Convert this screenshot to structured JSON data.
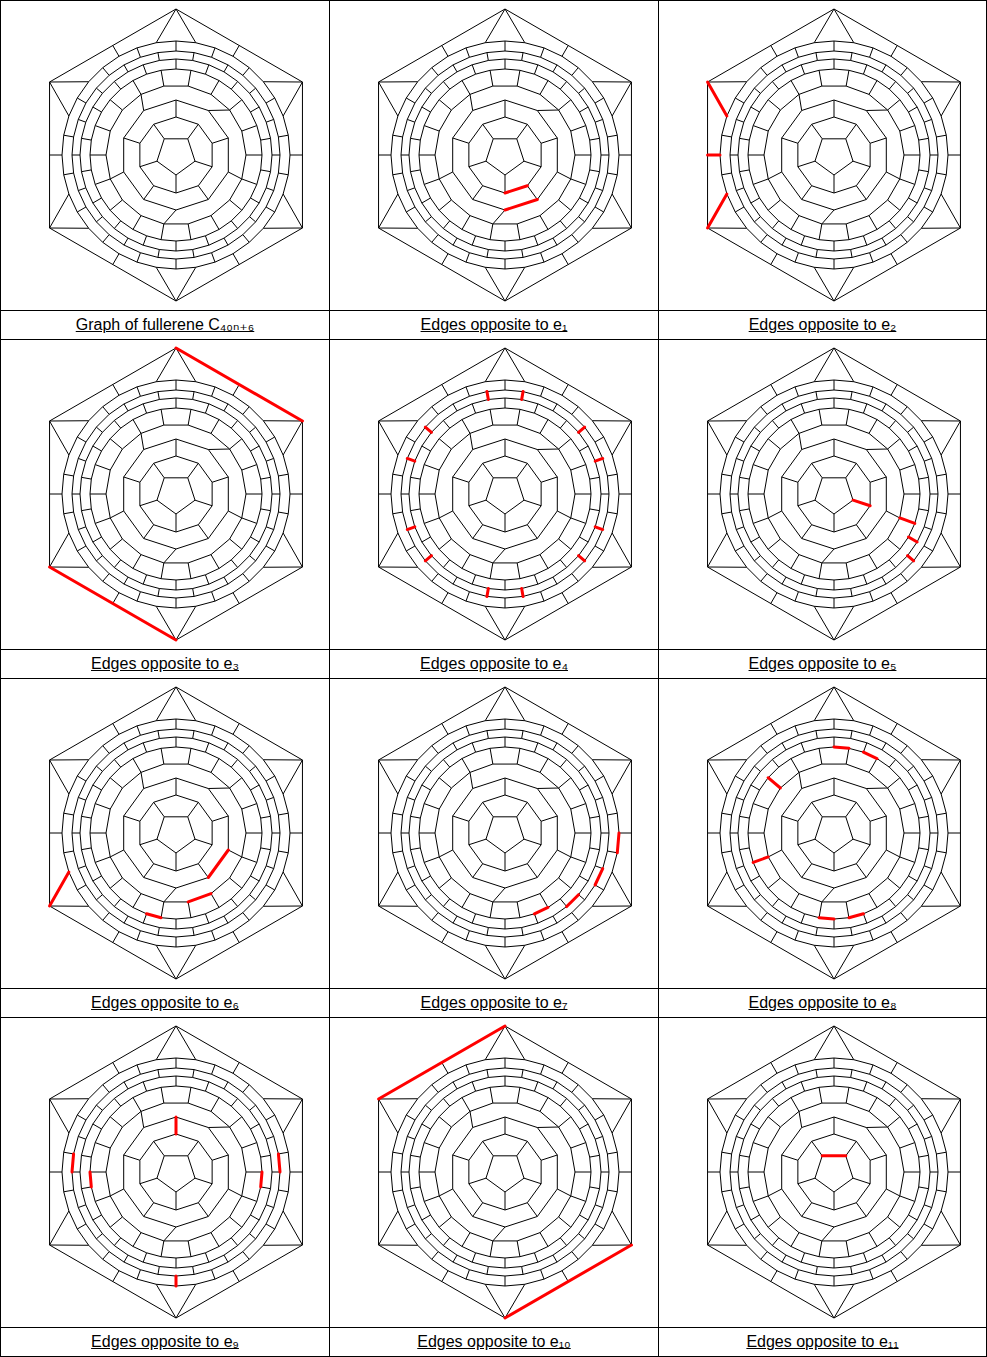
{
  "diagram": {
    "nodes": [
      {
        "text": [
          "Graph of fullerene C₄₀ₙ₊₆"
        ]
      },
      {
        "text": [
          "Edges opposite to e₁"
        ]
      },
      {
        "text": [
          "Edges opposite to e₂"
        ]
      },
      {
        "text": [
          "Edges opposite to e₃"
        ]
      },
      {
        "text": [
          "Edges opposite to e₄"
        ]
      },
      {
        "text": [
          "Edges opposite to e₅"
        ]
      },
      {
        "text": [
          "Edges opposite to e₆"
        ]
      },
      {
        "text": [
          "Edges opposite to e₇"
        ]
      },
      {
        "text": [
          "Edges opposite to e₈"
        ]
      },
      {
        "text": [
          "Edges opposite to e₉"
        ]
      },
      {
        "text": [
          "Edges opposite to e₁₀"
        ]
      },
      {
        "text": [
          "Edges opposite to e₁₁"
        ]
      }
    ]
  }
}
